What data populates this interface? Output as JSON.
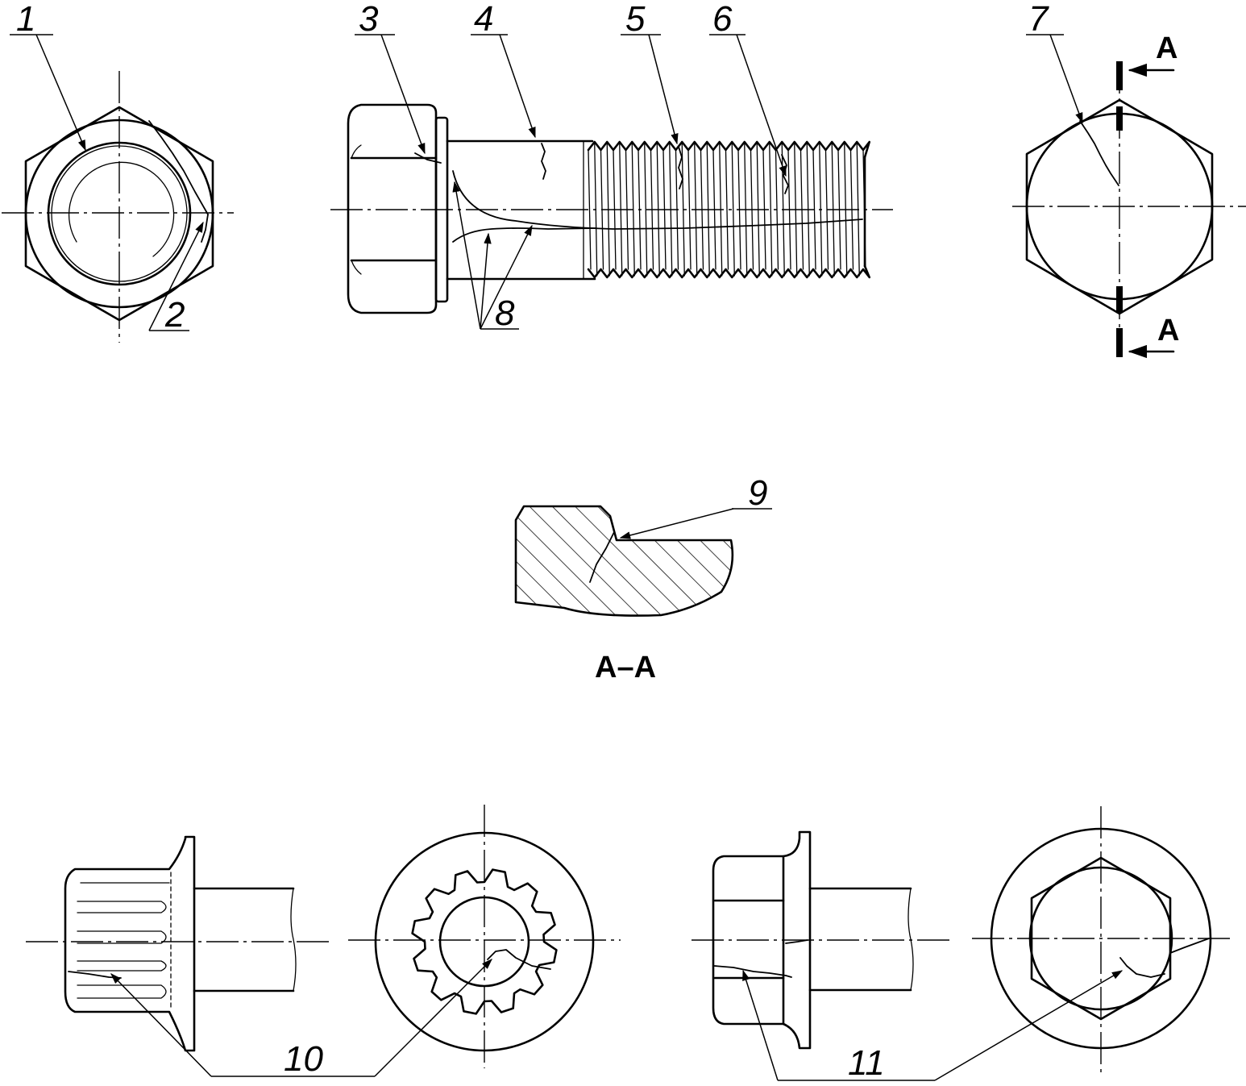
{
  "callouts": [
    "1",
    "2",
    "3",
    "4",
    "5",
    "6",
    "7",
    "8",
    "9",
    "10",
    "11"
  ],
  "section_marks": {
    "cut_top": "A",
    "cut_bottom": "A",
    "section_title": "A–A"
  }
}
